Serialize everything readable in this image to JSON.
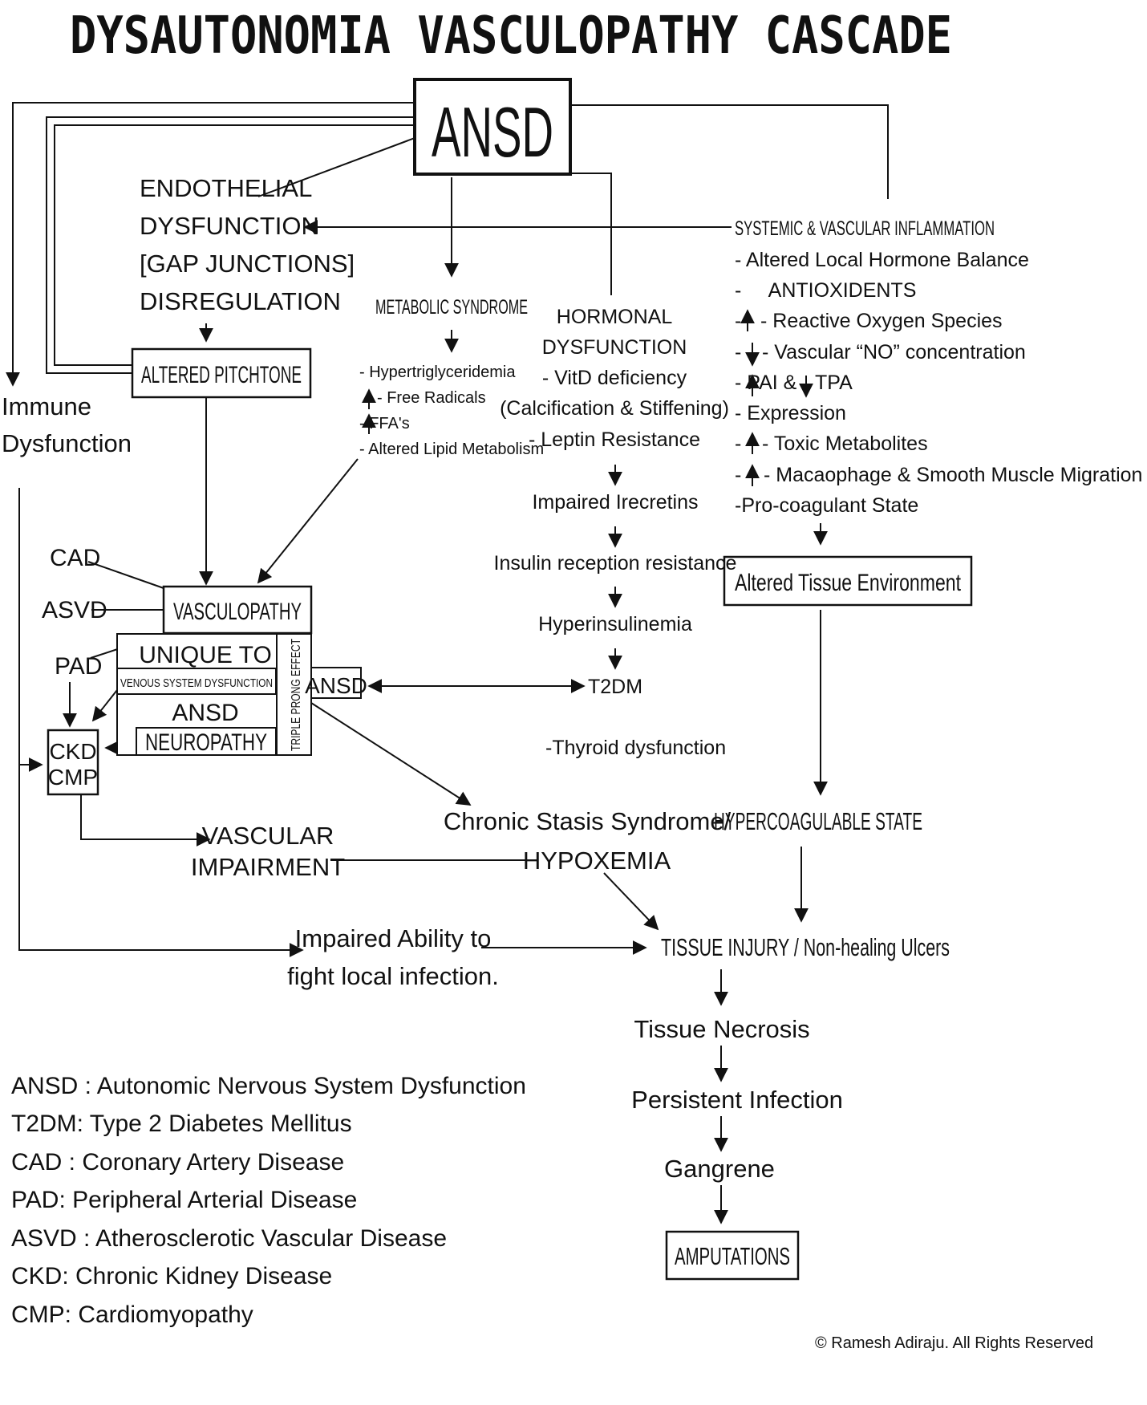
{
  "title": "DYSAUTONOMIA VASCULOPATHY CASCADE",
  "ansd_main": "ANSD",
  "endothelial": [
    "ENDOTHELIAL",
    "DYSFUNCTION",
    "[GAP JUNCTIONS]",
    "DISREGULATION"
  ],
  "altered_pitchtone": "ALTERED PITCHTONE",
  "immune": [
    "Immune",
    "Dysfunction"
  ],
  "metabolic": {
    "title": "METABOLIC SYNDROME",
    "items": [
      "- Hypertriglyceridemia",
      "- Free Radicals",
      "- FFA's",
      "- Altered Lipid Metabolism"
    ]
  },
  "hormonal": {
    "title": [
      "HORMONAL",
      "DYSFUNCTION"
    ],
    "items": [
      "- VitD deficiency",
      "(Calcification & Stiffening)",
      "- Leptin Resistance"
    ]
  },
  "insulin_chain": [
    "Impaired Irecretins",
    "Insulin reception resistance",
    "Hyperinsulinemia",
    "T2DM"
  ],
  "thyroid": "-Thyroid dysfunction",
  "systemic": {
    "title": "SYSTEMIC & VASCULAR INFLAMMATION",
    "items": [
      "- Altered Local Hormone Balance",
      "-     ANTIOXIDENTS",
      "- Reactive Oxygen Species",
      "- Vascular “NO” concentration",
      "- PAI &",
      "TPA",
      "- Expression",
      "- Toxic Metabolites",
      "- Macaophage & Smooth Muscle Migration",
      "-Pro-coagulant State"
    ]
  },
  "altered_tissue": "Altered Tissue Environment",
  "vasculopathy": "VASCULOPATHY",
  "cad": "CAD",
  "asvd": "ASVD",
  "pad": "PAD",
  "unique_to": "UNIQUE TO",
  "venous": "VENOUS SYSTEM DYSFUNCTION",
  "ansd_small": "ANSD",
  "neuropathy": "NEUROPATHY",
  "triple_prong": "TRIPLE PRONG EFFECT",
  "ansd_box": "ANSD",
  "ckd_cmp": [
    "CKD",
    "CMP"
  ],
  "vascular_impairment": [
    "VASCULAR",
    "IMPAIRMENT"
  ],
  "chronic_stasis": [
    "Chronic Stasis Syndrome/",
    "HYPOXEMIA"
  ],
  "hypercoagulable": "HYPERCOAGULABLE STATE",
  "impaired_ability": [
    "Impaired Ability to",
    "fight local infection."
  ],
  "tissue_injury": "TISSUE INJURY / Non-healing Ulcers",
  "cascade": [
    "Tissue Necrosis",
    "Persistent Infection",
    "Gangrene"
  ],
  "amputations": "AMPUTATIONS",
  "legend": [
    "ANSD : Autonomic Nervous System Dysfunction",
    "T2DM: Type 2 Diabetes Mellitus",
    "CAD : Coronary Artery Disease",
    "PAD: Peripheral Arterial Disease",
    "ASVD : Atherosclerotic  Vascular Disease",
    "CKD: Chronic Kidney Disease",
    "CMP: Cardiomyopathy"
  ],
  "copyright": "© Ramesh Adiraju. All Rights Reserved"
}
